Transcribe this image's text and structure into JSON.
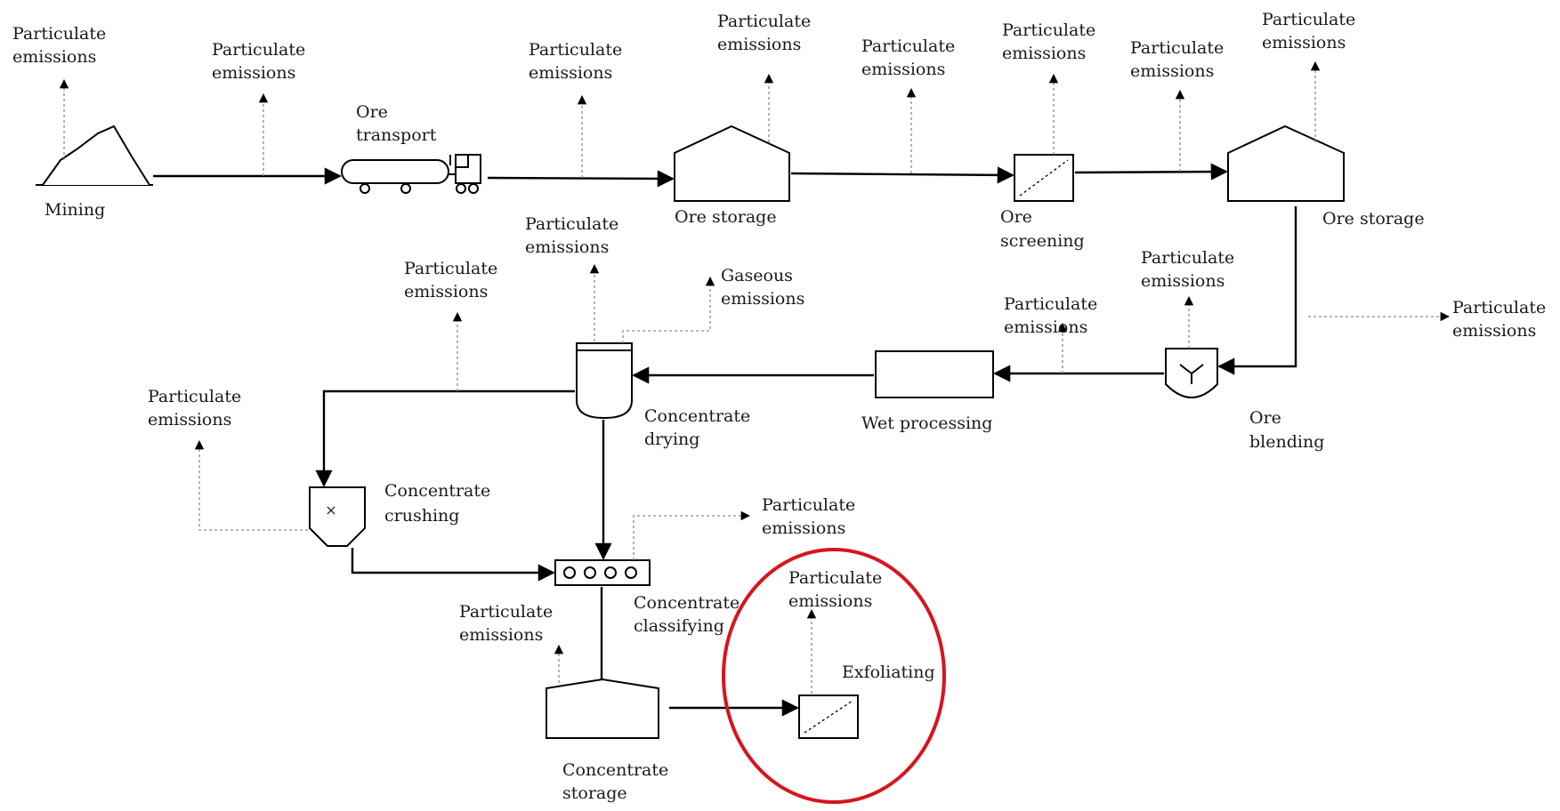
{
  "accent_color": "#d8141c",
  "units": {
    "mining": "Mining",
    "ore_transport": [
      "Ore",
      "transport"
    ],
    "ore_storage_1": "Ore storage",
    "ore_screening": [
      "Ore",
      "screening"
    ],
    "ore_storage_2": "Ore storage",
    "ore_blending": [
      "Ore",
      "blending"
    ],
    "wet_processing": "Wet processing",
    "concentrate_drying": [
      "Concentrate",
      "drying"
    ],
    "concentrate_crushing": [
      "Concentrate",
      "crushing"
    ],
    "concentrate_classifying": [
      "Concentrate",
      "classifying"
    ],
    "concentrate_storage": [
      "Concentrate",
      "storage"
    ],
    "exfoliating": "Exfoliating"
  },
  "emissions": {
    "particulate": [
      "Particulate",
      "emissions"
    ],
    "gaseous": [
      "Gaseous",
      "emissions"
    ]
  },
  "icons": [
    "mountain-icon",
    "truck-icon",
    "warehouse-icon",
    "screen-icon",
    "blender-icon",
    "box-icon",
    "dryer-icon",
    "crusher-icon",
    "classifier-icon"
  ],
  "highlight": {
    "target": "exfoliating",
    "shape": "ellipse",
    "color": "#d8141c"
  }
}
